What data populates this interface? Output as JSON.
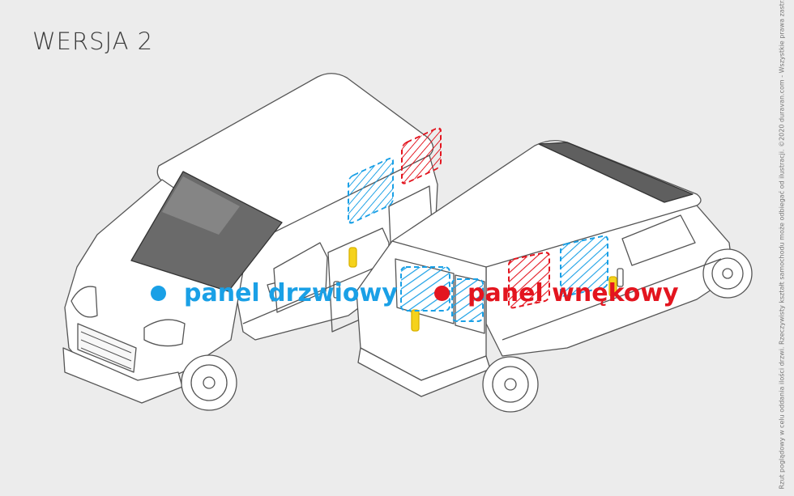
{
  "title": "WERSJA 2",
  "legend": [
    {
      "label": "panel drzwiowy",
      "color": "#1aa0e6"
    },
    {
      "label": "panel wnękowy",
      "color": "#e3151f"
    }
  ],
  "disclaimer": "Rzut poglądowy w celu oddania ilości drzwi. Rzeczywisty kształt samochodu może odbiegać od ilustracji. ©2020 duravan.com - Wszystkie prawa zastrzeżone.",
  "colors": {
    "door_panel": "#1aa0e6",
    "niche_panel": "#e3151f",
    "handle": "#f5d21b",
    "outline": "#555555"
  }
}
